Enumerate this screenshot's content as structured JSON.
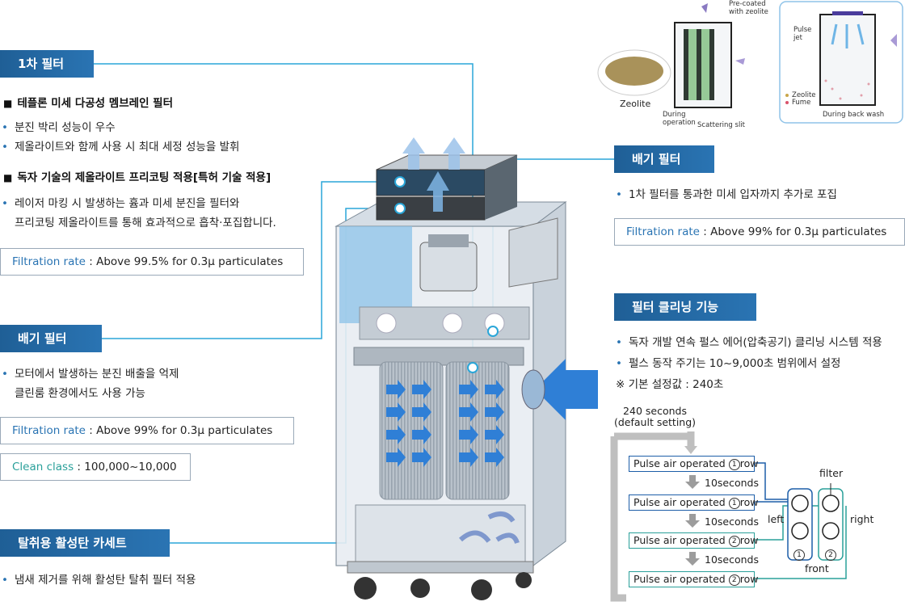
{
  "left": {
    "primary_filter": {
      "title": "1차 필터",
      "heading1": "테플론 미세 다공성 멤브레인 필터",
      "bullets1": [
        "분진 박리 성능이 우수",
        "제올라이트와 함께 사용 시 최대 세정 성능을 발휘"
      ],
      "heading2": "독자 기술의 제올라이트 프리코팅 적용[특허 기술 적용]",
      "bullets2": [
        "레이저 마킹 시 발생하는 흄과 미세 분진을 필터와",
        "프리코팅 제올라이트를 통해 효과적으로 흡착·포집합니다."
      ],
      "rate_label": "Filtration rate",
      "rate_value": ": Above 99.5% for 0.3μ particulates"
    },
    "exhaust_filter": {
      "title": "배기 필터",
      "bullets": [
        "모터에서 발생하는 분진 배출을 억제",
        "클린룸 환경에서도 사용 가능"
      ],
      "rate_label": "Filtration rate",
      "rate_value": ": Above 99% for 0.3μ particulates",
      "class_label": "Clean class",
      "class_value": ": 100,000~10,000"
    },
    "carbon": {
      "title": "탈취용 활성탄 카세트",
      "bullets": [
        "냄새 제거를 위해 활성탄 탈취 필터 적용"
      ]
    }
  },
  "right": {
    "exhaust_filter": {
      "title": "배기 필터",
      "bullets": [
        "1차 필터를 통과한 미세 입자까지 추가로 포집"
      ],
      "rate_label": "Filtration rate",
      "rate_value": ": Above 99% for 0.3μ particulates"
    },
    "cleaning": {
      "title": "필터 클리닝 기능",
      "bullets": [
        "독자 개발 연속 펄스 에어(압축공기) 클리닝 시스템 적용",
        "펄스 동작 주기는 10~9,000초 범위에서 설정"
      ],
      "note": "※ 기본 설정값 : 240초"
    }
  },
  "zeolite_diagram": {
    "zeolite_label": "Zeolite",
    "precoated": [
      "Pre-coated",
      "with zeolite"
    ],
    "during_operation": [
      "During",
      "operation"
    ],
    "scattering_slit": "Scattering slit",
    "pulse_jet": [
      "Pulse",
      "jet"
    ],
    "legend_zeolite": "Zeolite",
    "legend_fume": "Fume",
    "back_wash": "During back wash"
  },
  "pulse_diagram": {
    "cycle_label": [
      "240 seconds",
      "(default setting)"
    ],
    "steps": [
      {
        "text": "Pulse air operated",
        "num": "1",
        "suffix": "row"
      },
      {
        "text": "Pulse air operated",
        "num": "1",
        "suffix": "row"
      },
      {
        "text": "Pulse air operated",
        "num": "2",
        "suffix": "row"
      },
      {
        "text": "Pulse air operated",
        "num": "2",
        "suffix": "row"
      }
    ],
    "interval": "10seconds",
    "filter_label": "filter",
    "left_label": "left",
    "right_label": "right",
    "front_label": "front",
    "row_nums": [
      "1",
      "2"
    ]
  },
  "colors": {
    "accent": "#2a74b3",
    "teal": "#2aa09a",
    "navy": "#1d5ea8"
  }
}
